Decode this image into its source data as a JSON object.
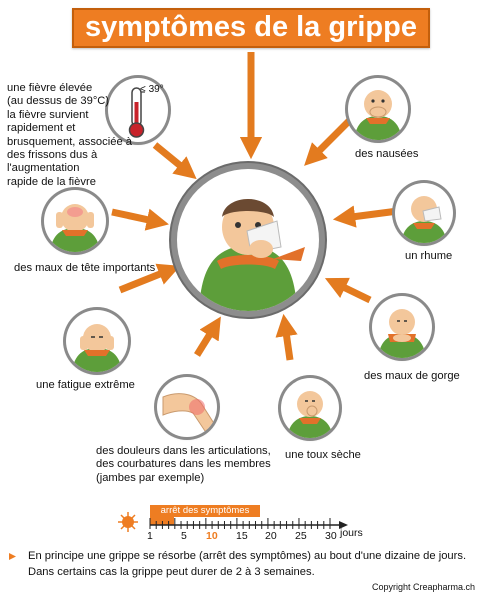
{
  "title": "symptômes de la grippe",
  "symptoms": {
    "fever": "une fièvre élevée\n(au dessus de 39°C)\nla fièvre survient\nrapidement et\nbrusquement, associée à\ndes frissons dus à l'augmentation\nrapide de la fièvre",
    "fever_mark": "< 39°",
    "headache": "des maux de tête importants",
    "fatigue": "une fatigue extrême",
    "joints": "des douleurs dans les articulations,\ndes courbatures dans les membres\n(jambes par exemple)",
    "nausea": "des nausées",
    "cold": "un rhume",
    "throat": "des maux de gorge",
    "cough": "une toux sèche"
  },
  "timeline": {
    "label": "arrêt des symptômes",
    "unit": "jours",
    "ticks": [
      "1",
      "5",
      "10",
      "15",
      "20",
      "25",
      "30"
    ],
    "highlight": "10"
  },
  "footer": {
    "line1": "En principe une grippe se résorbe (arrêt des symptômes) au bout d'une dizaine de jours.",
    "line2": "Dans certains cas la grippe peut durer de 2 à 3 semaines.",
    "copyright": "Copyright Creapharma.ch"
  },
  "colors": {
    "accent": "#ee7d22",
    "jacket": "#5d9e3a",
    "skin": "#f3c79b",
    "ring": "#8d8d8d"
  }
}
